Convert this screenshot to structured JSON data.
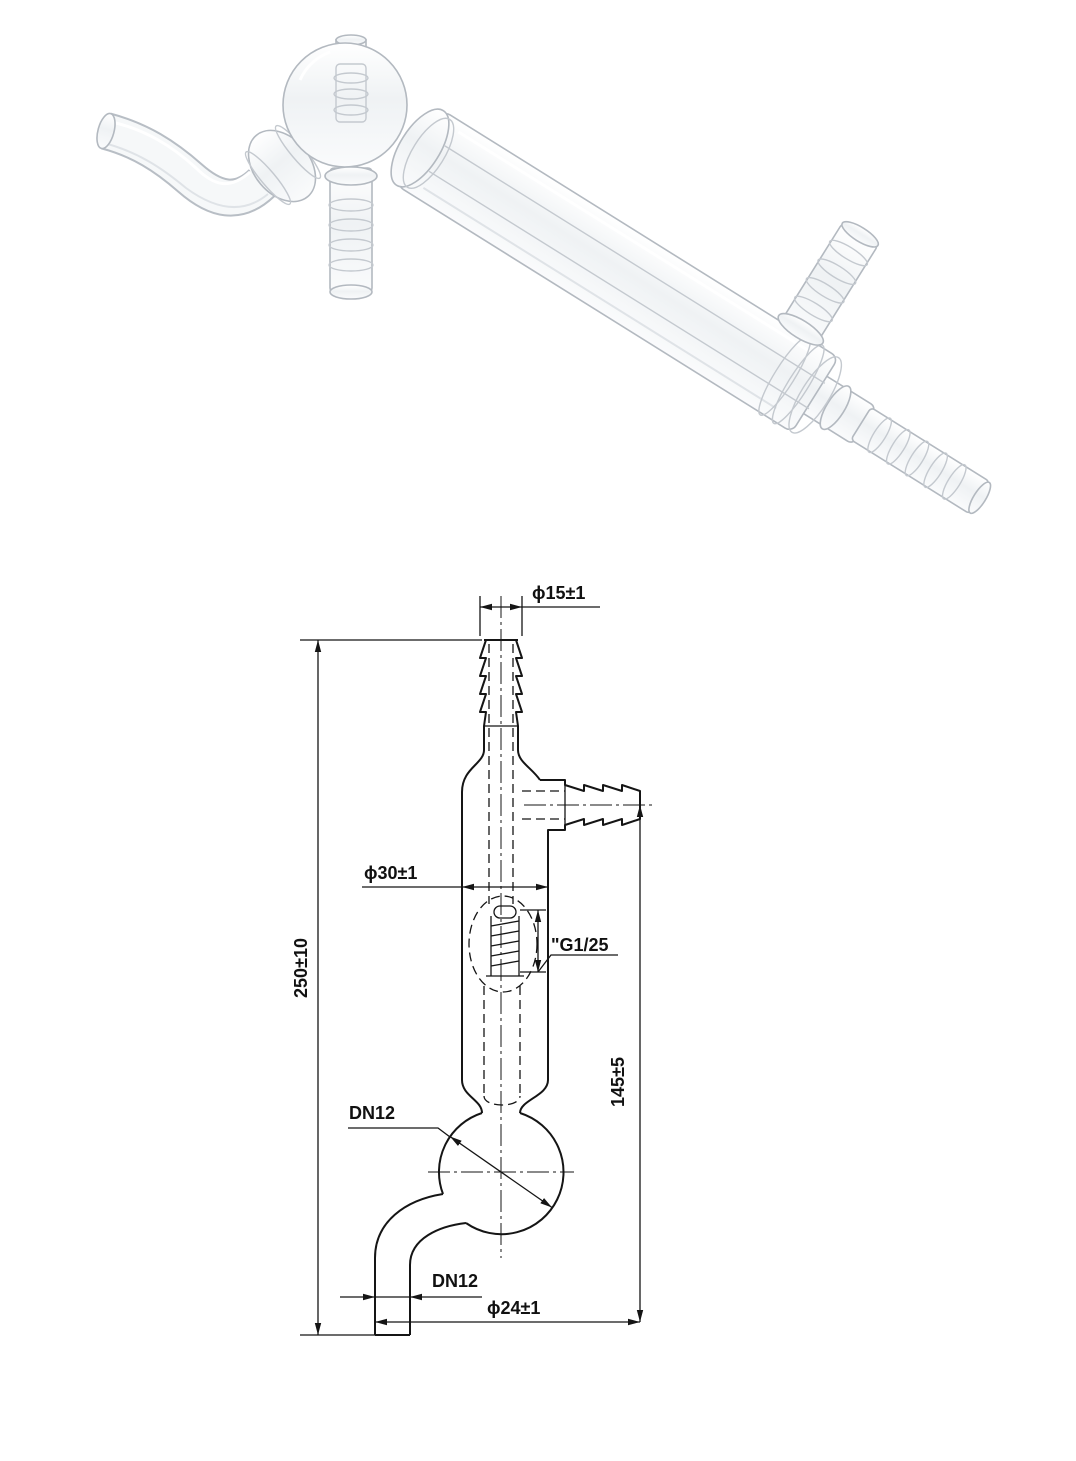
{
  "drawing": {
    "dimensions": {
      "top_barb_diameter": "ϕ15±1",
      "jacket_diameter": "ϕ30±1",
      "thread": "\"G1/25",
      "overall_length": "250±10",
      "vertical_145": "145±5",
      "bulb_dn": "DN12",
      "tube_dn": "DN12",
      "horizontal_24": "ϕ24±1"
    }
  },
  "colors": {
    "background": "#ffffff",
    "drawing_line": "#151515",
    "glass_edge": "#b3b9c0"
  }
}
